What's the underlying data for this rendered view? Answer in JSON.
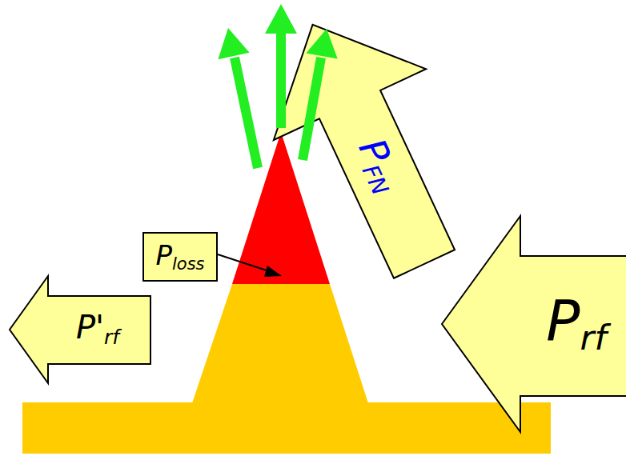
{
  "diagram": {
    "nodes": [
      {
        "text": [
          "Ploss"
        ]
      },
      {
        "text": [
          "PFN"
        ]
      },
      {
        "text": [
          "P'rf"
        ]
      },
      {
        "text": [
          "Prf"
        ]
      }
    ]
  }
}
